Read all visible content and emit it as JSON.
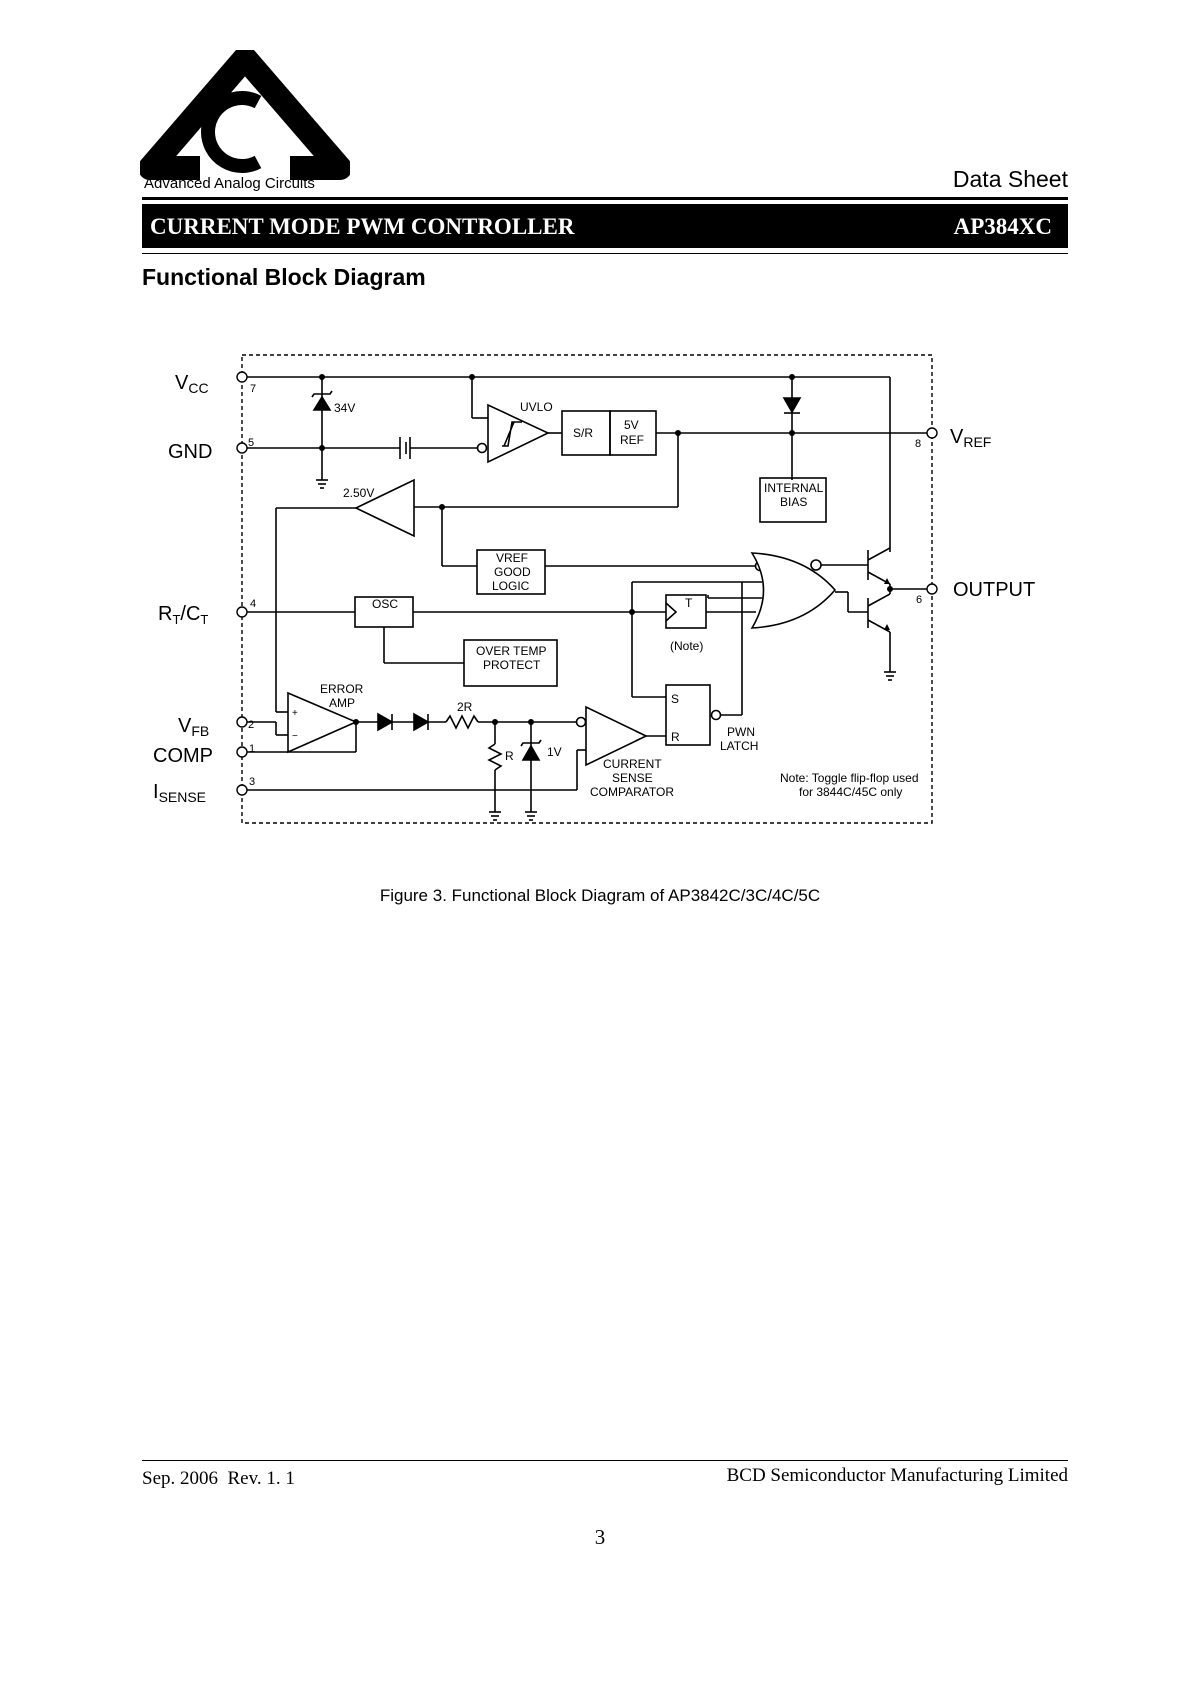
{
  "header": {
    "company": "Advanced Analog Circuits",
    "doc_type": "Data Sheet",
    "product_title": "CURRENT MODE PWM CONTROLLER",
    "part_number": "AP384XC"
  },
  "section_title": "Functional Block Diagram",
  "diagram": {
    "pins": {
      "vcc": {
        "main": "V",
        "sub": "CC",
        "num": "7"
      },
      "gnd": {
        "main": "GND",
        "num": "5"
      },
      "rtct": {
        "r": "R",
        "t": "T",
        "slash": "/C",
        "t2": "T",
        "num": "4"
      },
      "vfb": {
        "main": "V",
        "sub": "FB",
        "num": "2"
      },
      "comp": {
        "main": "COMP",
        "num": "1"
      },
      "isense": {
        "main": "I",
        "sub": "SENSE",
        "num": "3"
      },
      "vref": {
        "main": "V",
        "sub": "REF",
        "num": "8"
      },
      "output": {
        "main": "OUTPUT",
        "num": "6"
      }
    },
    "blocks": {
      "zener_34v": "34V",
      "uvlo": "UVLO",
      "sr": "S/R",
      "ref_5v_1": "5V",
      "ref_5v_2": "REF",
      "ref_250v": "2.50V",
      "internal_bias_1": "INTERNAL",
      "internal_bias_2": "BIAS",
      "vref_good_1": "VREF",
      "vref_good_2": "GOOD",
      "vref_good_3": "LOGIC",
      "osc": "OSC",
      "toggle_t": "T",
      "note_ref": "(Note)",
      "over_temp_1": "OVER TEMP",
      "over_temp_2": "PROTECT",
      "error_amp_1": "ERROR",
      "error_amp_2": "AMP",
      "plus": "+",
      "minus": "−",
      "res_2r": "2R",
      "res_r": "R",
      "zener_1v": "1V",
      "cs_comp_1": "CURRENT",
      "cs_comp_2": "SENSE",
      "cs_comp_3": "COMPARATOR",
      "latch_s": "S",
      "latch_r": "R",
      "pwn_1": "PWN",
      "pwn_2": "LATCH",
      "note_1": "Note: Toggle flip-flop used",
      "note_2": "for 3844C/45C only"
    }
  },
  "figure_caption": "Figure 3. Functional Block Diagram of AP3842C/3C/4C/5C",
  "footer": {
    "date_rev": "Sep. 2006  Rev. 1. 1",
    "company": "BCD Semiconductor Manufacturing Limited",
    "page": "3"
  }
}
